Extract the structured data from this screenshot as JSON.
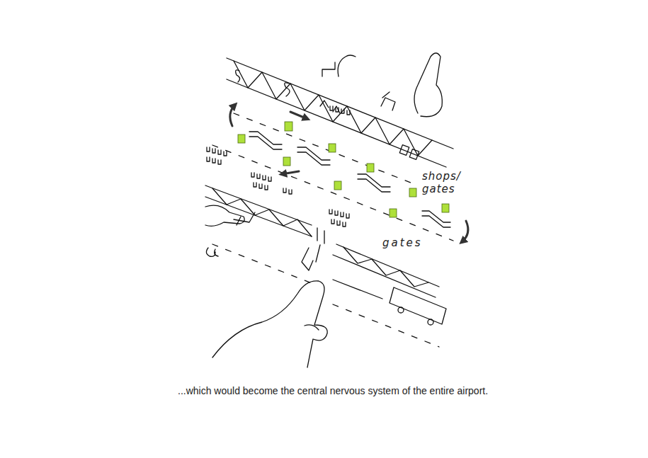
{
  "diagram": {
    "caption": "...which would become the central nervous system of the entire airport.",
    "labels": [
      "shops/ gates",
      "gates"
    ]
  }
}
